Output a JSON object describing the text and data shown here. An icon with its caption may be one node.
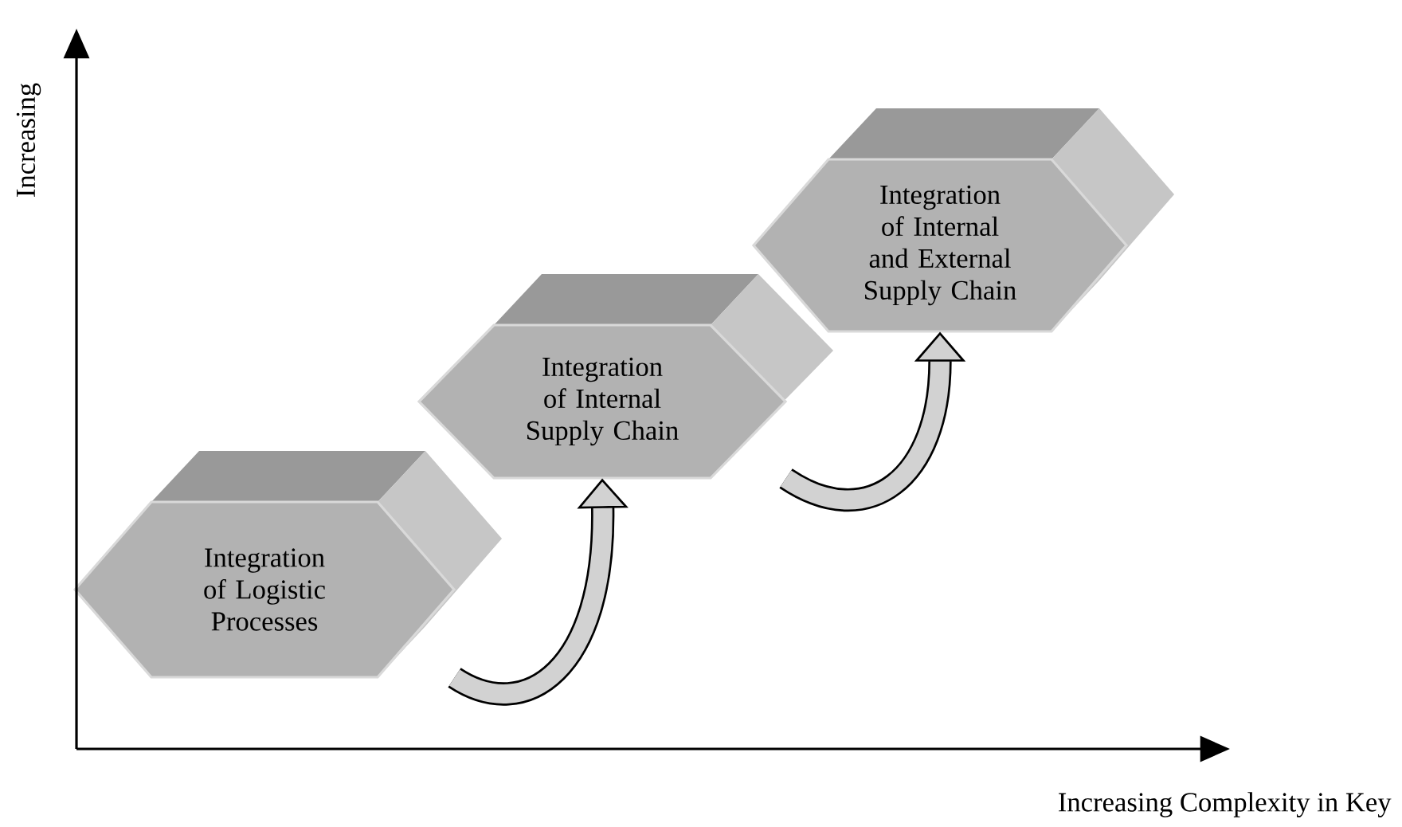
{
  "diagram": {
    "nodes": [
      {
        "text": [
          "Integration of Logistic Processes"
        ]
      },
      {
        "text": [
          "Integration of Internal Supply Chain"
        ]
      },
      {
        "text": [
          "Integration of Internal and External Supply Chain"
        ]
      }
    ],
    "edges": [
      {
        "from": 0,
        "to": 1,
        "arrow": "to"
      },
      {
        "from": 1,
        "to": 2,
        "arrow": "to"
      }
    ],
    "labels": [
      "Increasing",
      "Increasing Complexity in Key"
    ]
  }
}
